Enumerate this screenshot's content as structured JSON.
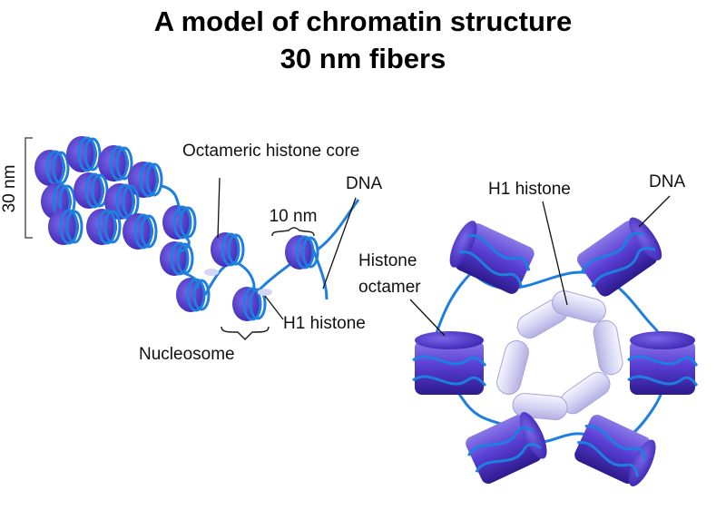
{
  "title": {
    "line1": "A model of chromatin structure",
    "line2": "30 nm fibers"
  },
  "left_diagram": {
    "scale_label": "30 nm",
    "core_label": "Octameric histone core",
    "dna_label": "DNA",
    "spacing_label": "10 nm",
    "h1_label": "H1 histone",
    "nucleosome_label": "Nucleosome"
  },
  "right_diagram": {
    "h1_label": "H1 histone",
    "dna_label": "DNA",
    "octamer_label_line1": "Histone",
    "octamer_label_line2": "octamer"
  },
  "colors": {
    "histone_core": "#4a2fc4",
    "histone_core_light": "#8a78e6",
    "dna_strand": "#1e7fe0",
    "h1_histone": "#d9d8f4"
  }
}
